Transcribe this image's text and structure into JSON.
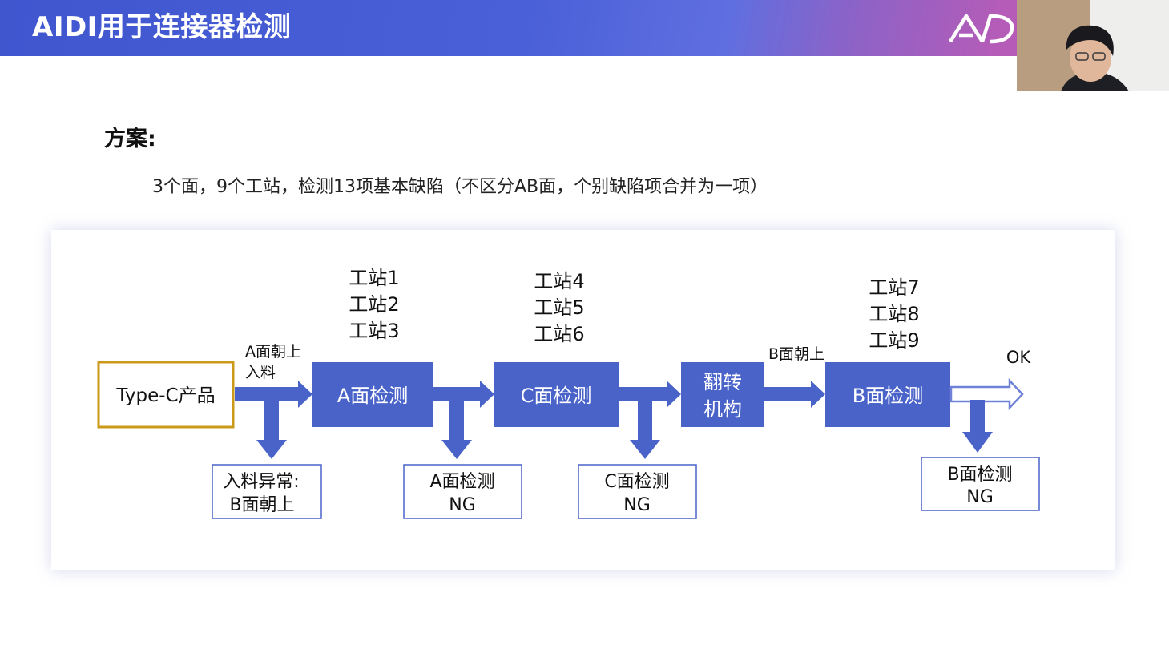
{
  "header": {
    "title": "AIDI用于连接器检测"
  },
  "section": {
    "title": "方案:",
    "description": "3个面，9个工站，检测13项基本缺陷（不区分AB面，个别缺陷项合并为一项）"
  },
  "diagram": {
    "product_box": "Type-C产品",
    "edge_labels": {
      "a_up_line1": "A面朝上",
      "a_up_line2": "入料",
      "b_up": "B面朝上",
      "ok": "OK"
    },
    "stations": {
      "a": [
        "工站1",
        "工站2",
        "工站3"
      ],
      "c": [
        "工站4",
        "工站5",
        "工站6"
      ],
      "b": [
        "工站7",
        "工站8",
        "工站9"
      ]
    },
    "process_boxes": {
      "a_inspect": "A面检测",
      "c_inspect": "C面检测",
      "flip_line1": "翻转",
      "flip_line2": "机构",
      "b_inspect": "B面检测"
    },
    "ng_boxes": {
      "feed_line1": "入料异常:",
      "feed_line2": "B面朝上",
      "a_line1": "A面检测",
      "a_line2": "NG",
      "c_line1": "C面检测",
      "c_line2": "NG",
      "b_line1": "B面检测",
      "b_line2": "NG"
    },
    "colors": {
      "process_fill": "#4a63c9",
      "product_border": "#cc9a1a",
      "ng_border": "#4a63c9",
      "header_start": "#3f56cf",
      "header_end": "#c65bb2"
    }
  }
}
